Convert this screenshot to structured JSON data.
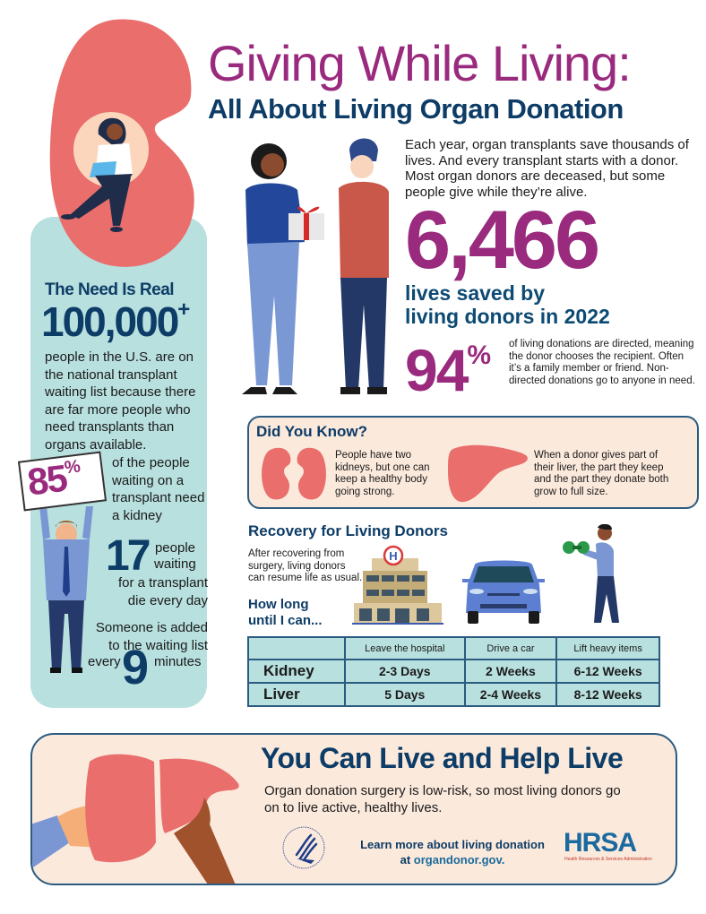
{
  "header": {
    "title": "Giving While Living:",
    "subtitle": "All About Living Organ Donation"
  },
  "intro": {
    "text": "Each year, organ transplants save thousands of lives. And every transplant starts with a donor.  Most organ donors are deceased, but some people give while they’re alive.",
    "stat_lives": "6,466",
    "stat_lives_label_1": "lives saved by",
    "stat_lives_label_2": "living donors in 2022",
    "stat_directed": "94",
    "stat_directed_unit": "%",
    "stat_directed_text": "of living donations are directed, meaning the donor chooses the recipient. Often it’s a family member or friend. Non-directed donations go to anyone in need."
  },
  "need": {
    "title": "The Need Is Real",
    "stat_waiting": "100,000",
    "stat_waiting_suffix": "+",
    "waiting_text": "people in the U.S. are on the national transplant waiting list because there are far more people who need transplants than organs available.",
    "stat_kidney": "85",
    "stat_kidney_unit": "%",
    "kidney_text": "of the people waiting on a transplant need a kidney",
    "stat_die": "17",
    "die_text_a": "people waiting",
    "die_text_b": "for a transplant die every day",
    "added_text": "Someone is added to the waiting list",
    "added_every": "every",
    "added_num": "9",
    "added_minutes": "minutes"
  },
  "did_you_know": {
    "title": "Did You Know?",
    "kidney_fact": "People have two kidneys, but one can keep a healthy body going strong.",
    "liver_fact": "When a donor gives part of their liver, the part they keep and the part they donate both grow to full size."
  },
  "recovery": {
    "title": "Recovery for Living Donors",
    "text": "After recovering from surgery, living donors can resume life as usual.",
    "question_1": "How long",
    "question_2": "until I can...",
    "hospital_sign": "H",
    "table": {
      "headers": [
        "",
        "Leave the hospital",
        "Drive a car",
        "Lift heavy items"
      ],
      "rows": [
        [
          "Kidney",
          "2-3 Days",
          "2 Weeks",
          "6-12 Weeks"
        ],
        [
          "Liver",
          "5 Days",
          "2-4 Weeks",
          "8-12 Weeks"
        ]
      ]
    }
  },
  "banner": {
    "title": "You Can Live and Help Live",
    "text": "Organ donation surgery is low-risk, so most living donors go on to live active, healthy lives.",
    "learn_1": "Learn more about living donation",
    "learn_2_prefix": "at ",
    "learn_link": "organdonor.gov.",
    "hrsa_logo": "HRSA",
    "hrsa_subtitle": "Health Resources & Services Administration"
  },
  "colors": {
    "purple": "#992a7d",
    "navy": "#0d3c66",
    "teal_panel": "#b8e0df",
    "peach_panel": "#fbe9dc",
    "organ_coral": "#e96e6c",
    "border_blue": "#2b5b80"
  }
}
